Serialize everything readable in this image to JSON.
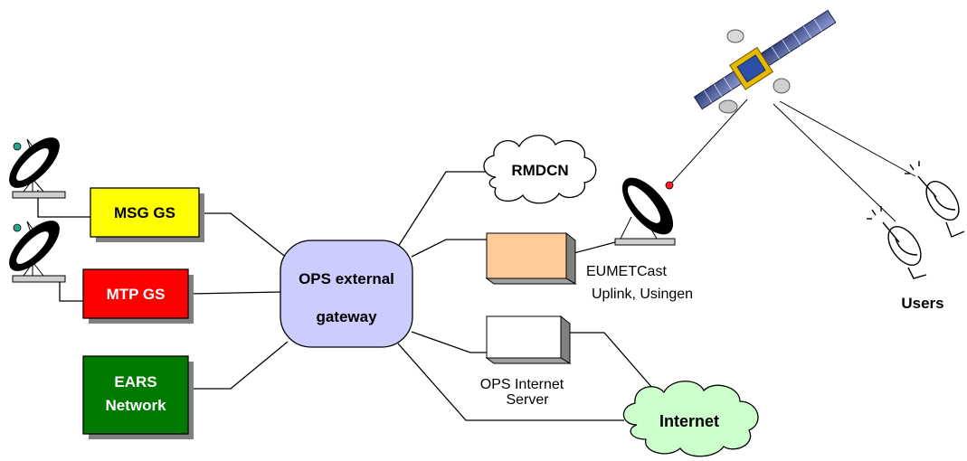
{
  "nodes": {
    "msg_gs": "MSG GS",
    "mtp_gs": "MTP GS",
    "ears_line1": "EARS",
    "ears_line2": "Network",
    "gateway_line1": "OPS external",
    "gateway_line2": "gateway",
    "rmdcn": "RMDCN",
    "internet": "Internet",
    "users": "Users"
  },
  "captions": {
    "eumetcast_line1": "EUMETCast",
    "eumetcast_line2": "Uplink, Usingen",
    "ops_server_line1": "OPS Internet",
    "ops_server_line2": "Server"
  },
  "colors": {
    "msg_gs": "#ffff00",
    "mtp_gs": "#ff0000",
    "ears": "#007a00",
    "gateway": "#ccccff",
    "eumetcast_box": "#ffcc99",
    "internet": "#ccffcc",
    "shadow": "#808080"
  },
  "icons": [
    "satellite-icon",
    "dish-antenna-icon",
    "receiver-dish-icon"
  ]
}
